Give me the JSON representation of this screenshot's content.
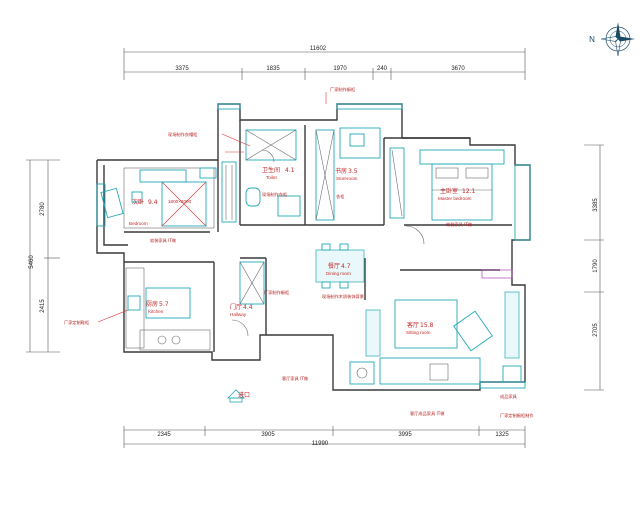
{
  "dimensions": {
    "top_total": "11602",
    "top_segments": [
      "3375",
      "1835",
      "1970",
      "240",
      "3670"
    ],
    "bottom_total": "11990",
    "bottom_segments": [
      "2345",
      "3905",
      "3995",
      "1325"
    ],
    "left_total": "5460",
    "left_segments": [
      "2780",
      "2415"
    ],
    "right_segments": [
      "3385",
      "1790",
      "2705"
    ]
  },
  "compass": {
    "label": "N"
  },
  "rooms": {
    "bedroom2": {
      "name": "次卧",
      "area": "9.4",
      "en": "Bedroom"
    },
    "toilet": {
      "name": "卫生间",
      "area": "4.1",
      "en": "Toilet"
    },
    "storeroom": {
      "name": "书房",
      "area": "3.5",
      "en": "Storeroom"
    },
    "master": {
      "name": "主卧室",
      "area": "12.1",
      "en": "Master bedroom"
    },
    "dining": {
      "name": "餐厅",
      "area": "4.7",
      "en": "Dining room"
    },
    "kitchen": {
      "name": "厨房",
      "area": "5.7",
      "en": "Kitchen"
    },
    "hallway": {
      "name": "门厅",
      "area": "4.4",
      "en": "Hallway"
    },
    "living": {
      "name": "客厅",
      "area": "15.8",
      "en": "Sitting room"
    },
    "bed_size": "1800×2000"
  },
  "annotations": {
    "ann1": "现场制作衣帽柜",
    "ann2": "厂家制作橱柜",
    "ann3": "现场制作衣柜",
    "ann4": "衣柜",
    "ann5": "厂家制作橱柜",
    "ann6": "软装家具 IT做",
    "ann7": "软装家具 IT做",
    "ann8": "厂家定制鞋柜",
    "ann9": "现场制作木质装饰背景",
    "ann10": "客厅家具 IT做",
    "ann11": "客厅成品家具 IT做",
    "ann12": "成品家具",
    "ann13": "厂家定制橱柜制作"
  },
  "entrance": {
    "label": "进口"
  }
}
